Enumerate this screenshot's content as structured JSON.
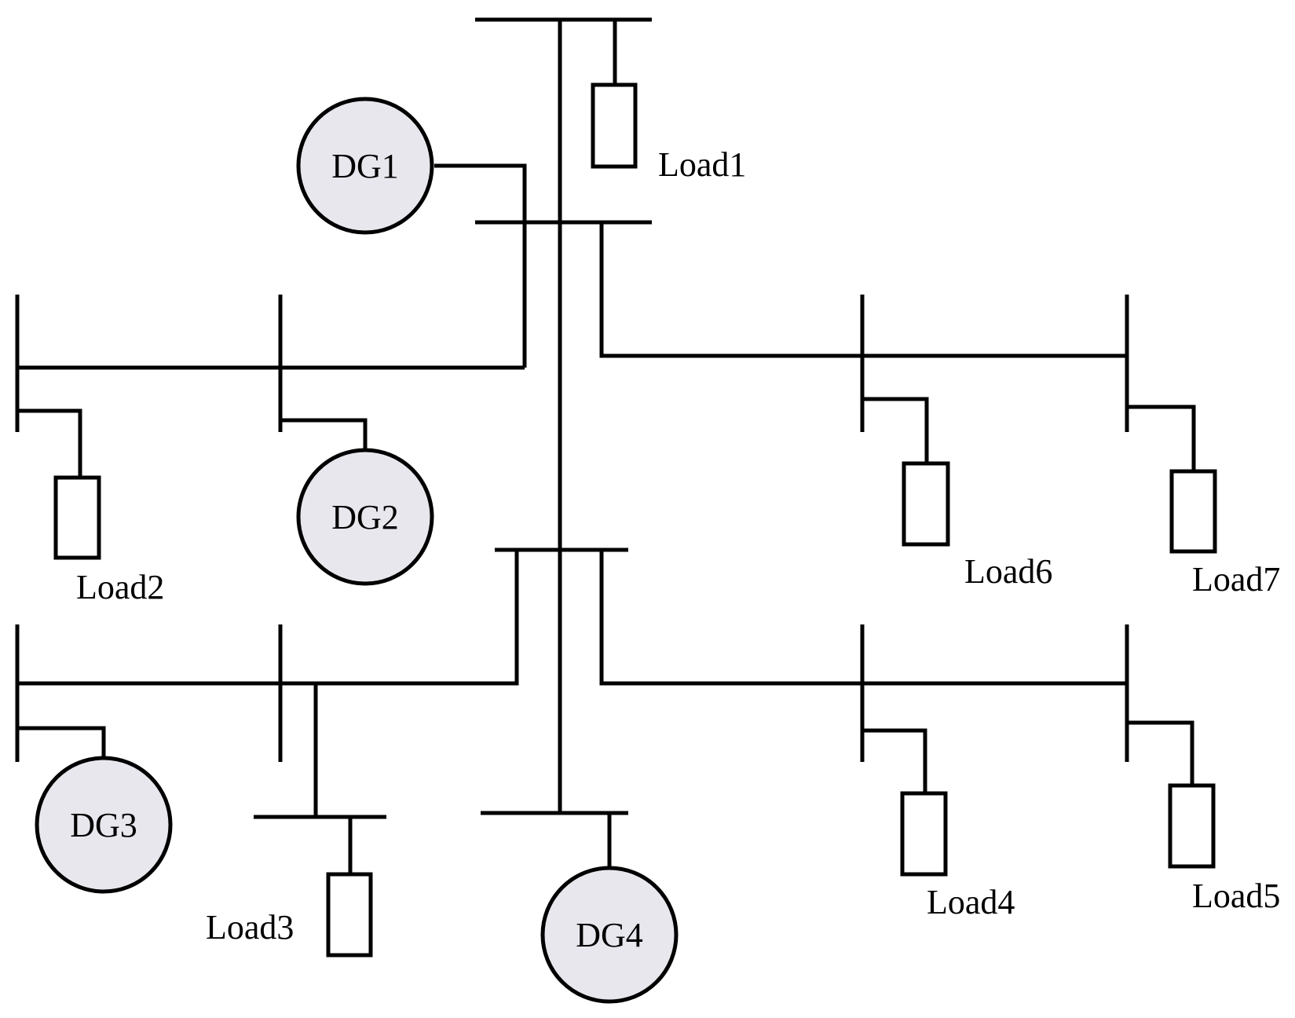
{
  "generators": {
    "dg1": "DG1",
    "dg2": "DG2",
    "dg3": "DG3",
    "dg4": "DG4"
  },
  "loads": {
    "load1": "Load1",
    "load2": "Load2",
    "load3": "Load3",
    "load4": "Load4",
    "load5": "Load5",
    "load6": "Load6",
    "load7": "Load7"
  },
  "colors": {
    "generator_fill": "#e9e7ee",
    "line": "#000000",
    "background": "#ffffff"
  }
}
